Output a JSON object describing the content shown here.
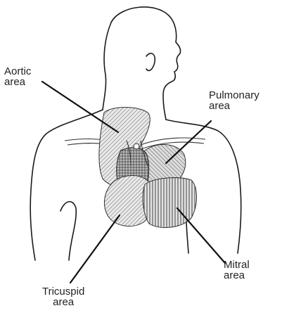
{
  "labels": {
    "aortic": {
      "line1": "Aortic",
      "line2": "area"
    },
    "pulmonary": {
      "line1": "Pulmonary",
      "line2": "area"
    },
    "mitral": {
      "line1": "Mitral",
      "line2": "area"
    },
    "tricuspid": {
      "line1": "Tricuspid",
      "line2": "area"
    }
  },
  "colors": {
    "outline": "#1a1a1a",
    "hatch": "#555555",
    "fill": "#e6e6e6"
  }
}
